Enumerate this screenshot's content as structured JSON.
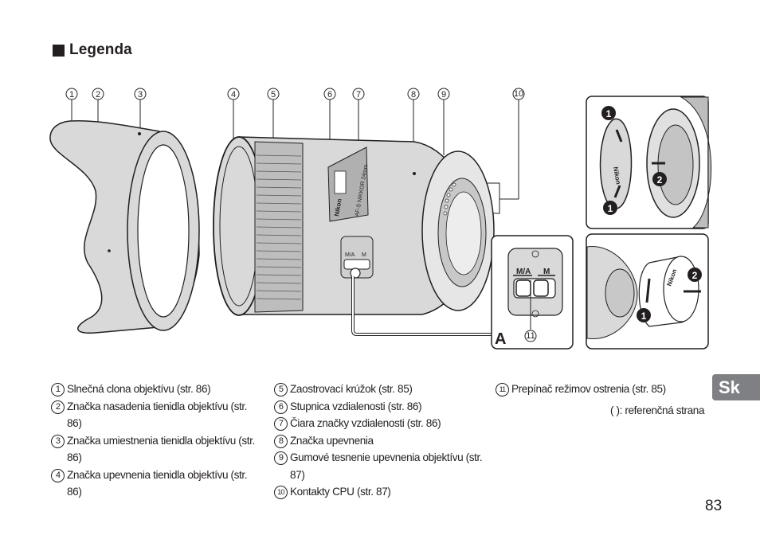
{
  "section": {
    "title": "Legenda",
    "bullet_icon": "black-square"
  },
  "figure": {
    "callouts": [
      "1",
      "2",
      "3",
      "4",
      "5",
      "6",
      "7",
      "8",
      "9",
      "10"
    ],
    "lens_markings": {
      "brand": "Nikon",
      "model_text": "AF-S NIKKOR 24mm",
      "switch_ma": "M/A",
      "switch_m": "M"
    },
    "inset_a": {
      "label": "A",
      "callout": "11",
      "switch_ma": "M/A",
      "switch_m": "M"
    },
    "front_cap_panel": {
      "steps": [
        "1",
        "2",
        "1"
      ],
      "cap_brand": "Nikon"
    },
    "rear_cap_panel": {
      "steps": [
        "1",
        "2"
      ],
      "cap_brand": "Nikon"
    }
  },
  "legend": {
    "columns": [
      [
        {
          "num": "1",
          "text": "Slnečná clona objektívu (str. 86)"
        },
        {
          "num": "2",
          "text": "Značka nasadenia tienidla objektívu (str. 86)"
        },
        {
          "num": "3",
          "text": "Značka umiestnenia tienidla objektívu (str. 86)"
        },
        {
          "num": "4",
          "text": "Značka upevnenia tienidla objektívu (str. 86)"
        }
      ],
      [
        {
          "num": "5",
          "text": "Zaostrovací krúžok (str. 85)"
        },
        {
          "num": "6",
          "text": "Stupnica vzdialenosti (str. 86)"
        },
        {
          "num": "7",
          "text": "Čiara značky vzdialenosti (str. 86)"
        },
        {
          "num": "8",
          "text": "Značka upevnenia"
        },
        {
          "num": "9",
          "text": "Gumové tesnenie upevnenia objektívu (str. 87)"
        },
        {
          "num": "10",
          "text": "Kontakty CPU (str. 87)"
        }
      ],
      [
        {
          "num": "11",
          "text": "Prepínač režimov ostrenia (str. 85)"
        }
      ]
    ],
    "reference_note": "( ): referenčná strana"
  },
  "language_tab": "Sk",
  "page_number": "83"
}
